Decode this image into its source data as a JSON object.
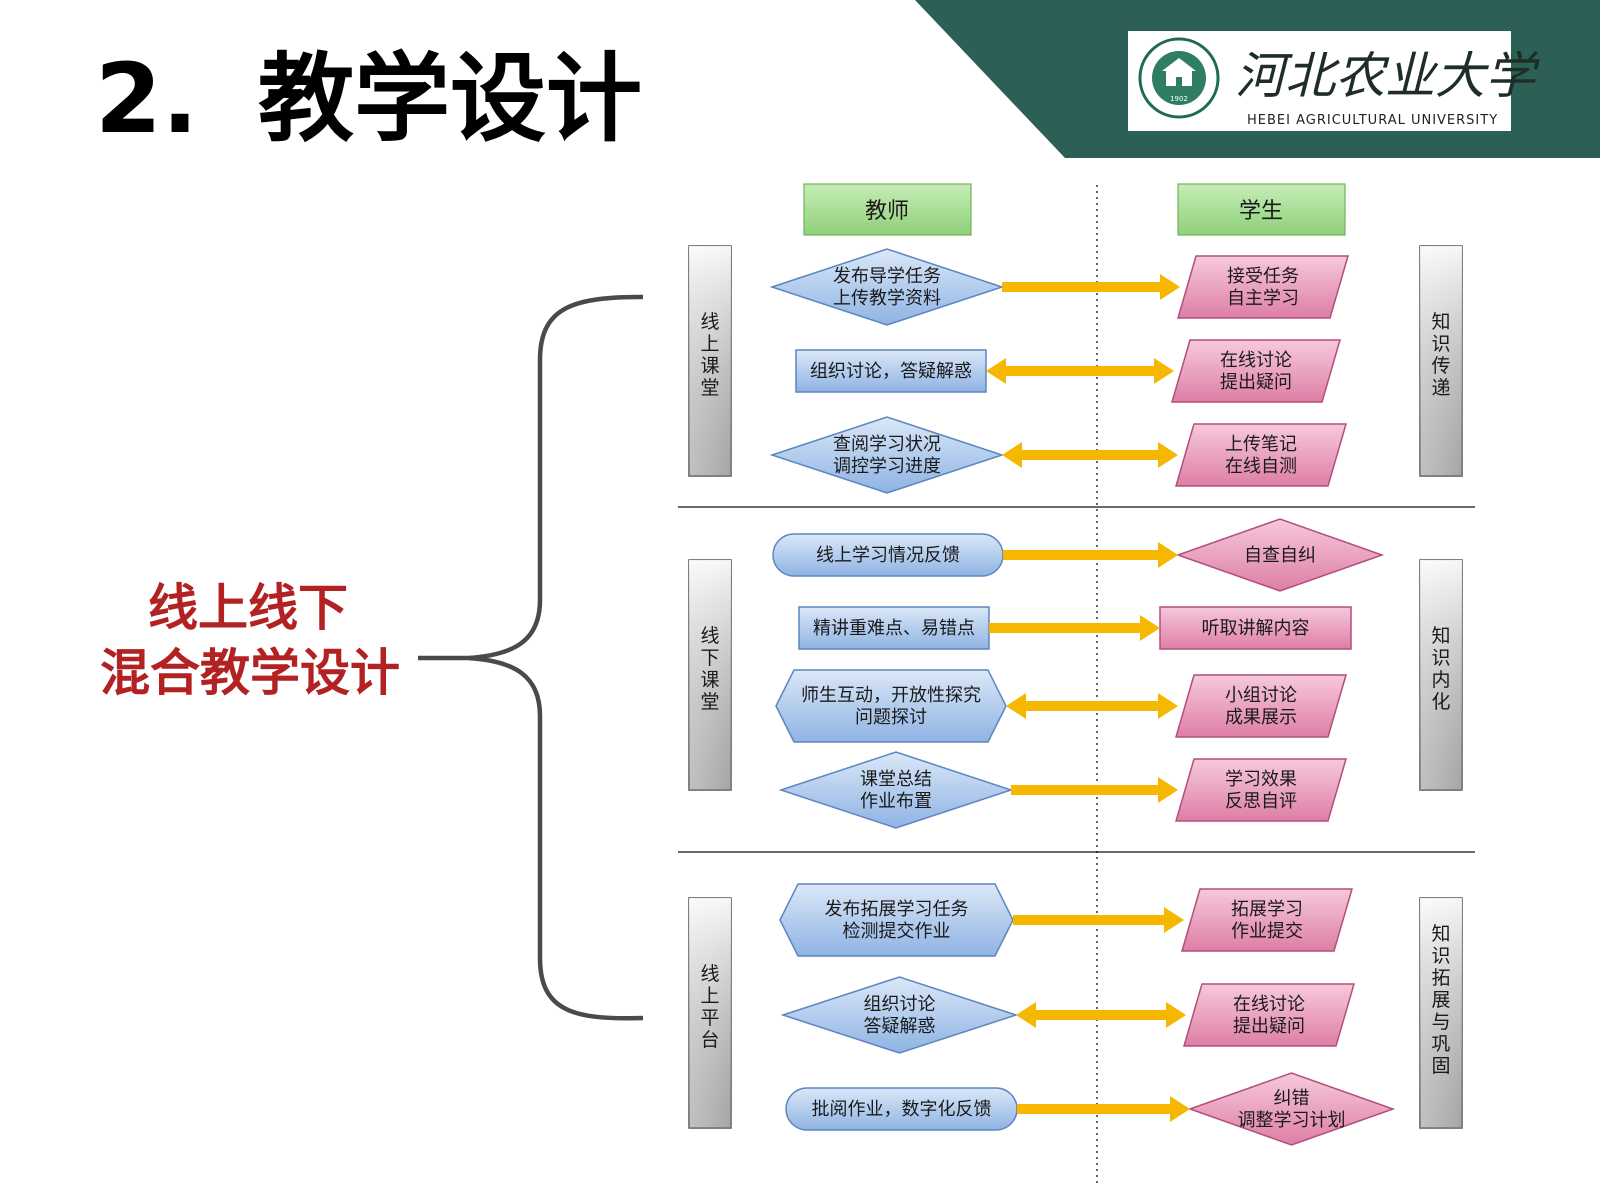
{
  "title": {
    "number": "2.",
    "text": "教学设计"
  },
  "logo": {
    "chinese": "河北农业大学",
    "english": "HEBEI AGRICULTURAL UNIVERSITY",
    "seal_year": "1902"
  },
  "colors": {
    "band": "#2c5f55",
    "teacher_fill": "#a9c6ec",
    "teacher_stroke": "#5b86bf",
    "student_fill": "#e58fb2",
    "student_stroke": "#b24f7a",
    "header_fill": "#9fd88a",
    "arrow": "#f5b700",
    "side_fill": "#bdbdbd",
    "main_text": "#b22222"
  },
  "main_label": {
    "line1": "线上线下",
    "line2": "混合教学设计"
  },
  "columns": {
    "teacher": "教师",
    "student": "学生"
  },
  "left_labels": [
    "线上课堂",
    "线下课堂",
    "线上平台"
  ],
  "right_labels": [
    "知识传递",
    "知识内化",
    "知识拓展与巩固"
  ],
  "rows": [
    {
      "teacher": [
        "发布导学任务",
        "上传教学资料"
      ],
      "student": [
        "接受任务",
        "自主学习"
      ],
      "direction": "one-way"
    },
    {
      "teacher": [
        "组织讨论，答疑解惑"
      ],
      "student": [
        "在线讨论",
        "提出疑问"
      ],
      "direction": "two-way"
    },
    {
      "teacher": [
        "查阅学习状况",
        "调控学习进度"
      ],
      "student": [
        "上传笔记",
        "在线自测"
      ],
      "direction": "two-way"
    },
    {
      "teacher": [
        "线上学习情况反馈"
      ],
      "student": [
        "自查自纠"
      ],
      "direction": "one-way"
    },
    {
      "teacher": [
        "精讲重难点、易错点"
      ],
      "student": [
        "听取讲解内容"
      ],
      "direction": "one-way"
    },
    {
      "teacher": [
        "师生互动，开放性探究",
        "问题探讨"
      ],
      "student": [
        "小组讨论",
        "成果展示"
      ],
      "direction": "two-way"
    },
    {
      "teacher": [
        "课堂总结",
        "作业布置"
      ],
      "student": [
        "学习效果",
        "反思自评"
      ],
      "direction": "one-way"
    },
    {
      "teacher": [
        "发布拓展学习任务",
        "检测提交作业"
      ],
      "student": [
        "拓展学习",
        "作业提交"
      ],
      "direction": "one-way"
    },
    {
      "teacher": [
        "组织讨论",
        "答疑解惑"
      ],
      "student": [
        "在线讨论",
        "提出疑问"
      ],
      "direction": "two-way"
    },
    {
      "teacher": [
        "批阅作业，数字化反馈"
      ],
      "student": [
        "纠错",
        "调整学习计划"
      ],
      "direction": "one-way"
    }
  ]
}
